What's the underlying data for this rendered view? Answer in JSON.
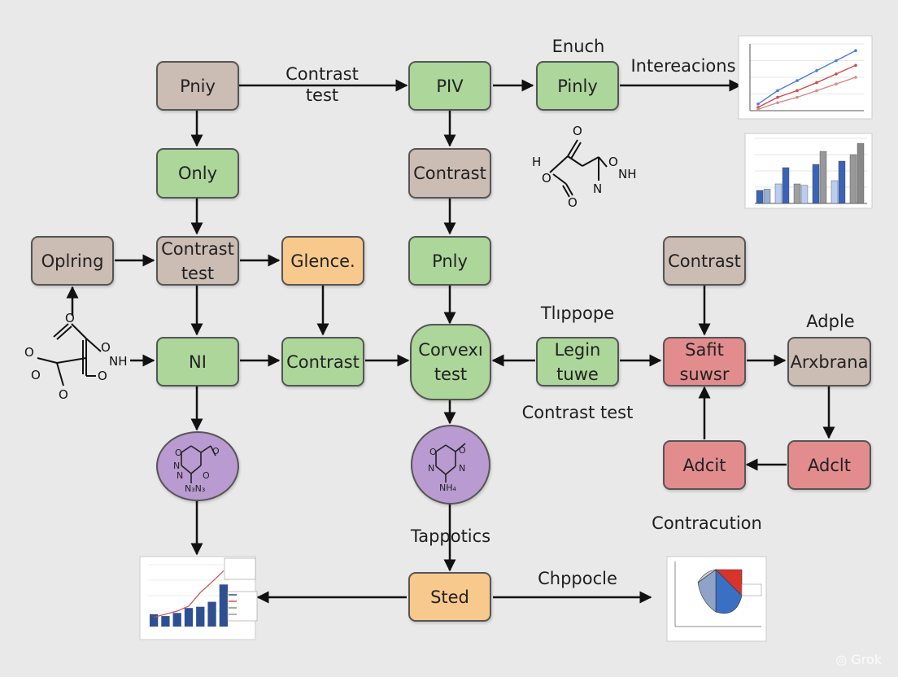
{
  "nodes": {
    "pniy_top": "Pniy",
    "only": "Only",
    "contrast_test_left": "Contrast\ntest",
    "oplring": "Oplring",
    "glence": "Glence.",
    "ni": "NI",
    "contrast_mid": "Contrast",
    "piv": "PIV",
    "contrast_center": "Contrast",
    "pnly_center": "Pnly",
    "corvexi_test": "Corvexı\ntest",
    "pinly_top_right": "Pinly",
    "legin_tuwe": "Legin\ntuwe",
    "contrast_right": "Contrast",
    "safit_suwsr": "Safit\nsuwsr",
    "arxbrana": "Arxbrana",
    "adcit_left": "Adcit",
    "adclt_right": "Adclt",
    "sted": "Sted"
  },
  "labels": {
    "contrast_test_top": "Contrast\ntest",
    "enuch": "Enuch",
    "intereacions": "Intereacions",
    "tlippope": "Tlıppope",
    "adple": "Adple",
    "contrast_test_bottom": "Contrast test",
    "tappotics": "Tappotics",
    "chppocle": "Chppocle",
    "contracution": "Contracution"
  },
  "molecules": {
    "top_right": {
      "h": "H",
      "o1": "O",
      "o2": "O",
      "o3": "O",
      "n": "N",
      "nh": "NH"
    },
    "left": {
      "o1": "O",
      "o2": "O",
      "o3": "O",
      "o4": "O",
      "nh": "NH"
    },
    "circle_left": {
      "n1": "N",
      "n2": "N",
      "n3": "N₃N₃",
      "o1": "O",
      "o2": "O"
    },
    "circle_center": {
      "n1": "N",
      "n2": "N",
      "nh": "NH₄",
      "o1": "O",
      "o2": "O"
    }
  },
  "thumbnails": {
    "line_chart_top": {
      "type": "line",
      "series": [
        {
          "color": "#4a7fd0",
          "values": [
            0.1,
            0.3,
            0.45,
            0.6,
            0.75,
            0.9
          ]
        },
        {
          "color": "#d24a4a",
          "values": [
            0.05,
            0.2,
            0.3,
            0.42,
            0.55,
            0.68
          ]
        },
        {
          "color": "#d98a8a",
          "values": [
            0.02,
            0.12,
            0.2,
            0.3,
            0.4,
            0.5
          ]
        }
      ]
    },
    "bar_chart_right": {
      "type": "bar",
      "groups": [
        {
          "values": [
            0.2,
            0.22
          ],
          "colors": [
            "#3a63b8",
            "#9aaed0"
          ]
        },
        {
          "values": [
            0.3,
            0.55
          ],
          "colors": [
            "#b8cdf0",
            "#3a63b8"
          ]
        },
        {
          "values": [
            0.3,
            0.28
          ],
          "colors": [
            "#a0a0a0",
            "#b8cdf0"
          ]
        },
        {
          "values": [
            0.6,
            0.8
          ],
          "colors": [
            "#3a63b8",
            "#999999"
          ]
        },
        {
          "values": [
            0.35,
            0.65
          ],
          "colors": [
            "#b8cdf0",
            "#3a63b8"
          ]
        },
        {
          "values": [
            0.75,
            0.92
          ],
          "colors": [
            "#999999",
            "#888888"
          ]
        }
      ]
    },
    "bar_line_bottom_left": {
      "type": "bar",
      "bars": [
        0.2,
        0.17,
        0.22,
        0.3,
        0.32,
        0.4,
        0.68
      ],
      "line": [
        0.15,
        0.2,
        0.25,
        0.33,
        0.55,
        0.72,
        0.9
      ]
    },
    "pie_bottom_right": {
      "type": "pie",
      "colors": [
        "#d9342b",
        "#3b6fc4",
        "#8fa2c8",
        "#c9c9c9"
      ]
    }
  },
  "watermark": "Grok"
}
